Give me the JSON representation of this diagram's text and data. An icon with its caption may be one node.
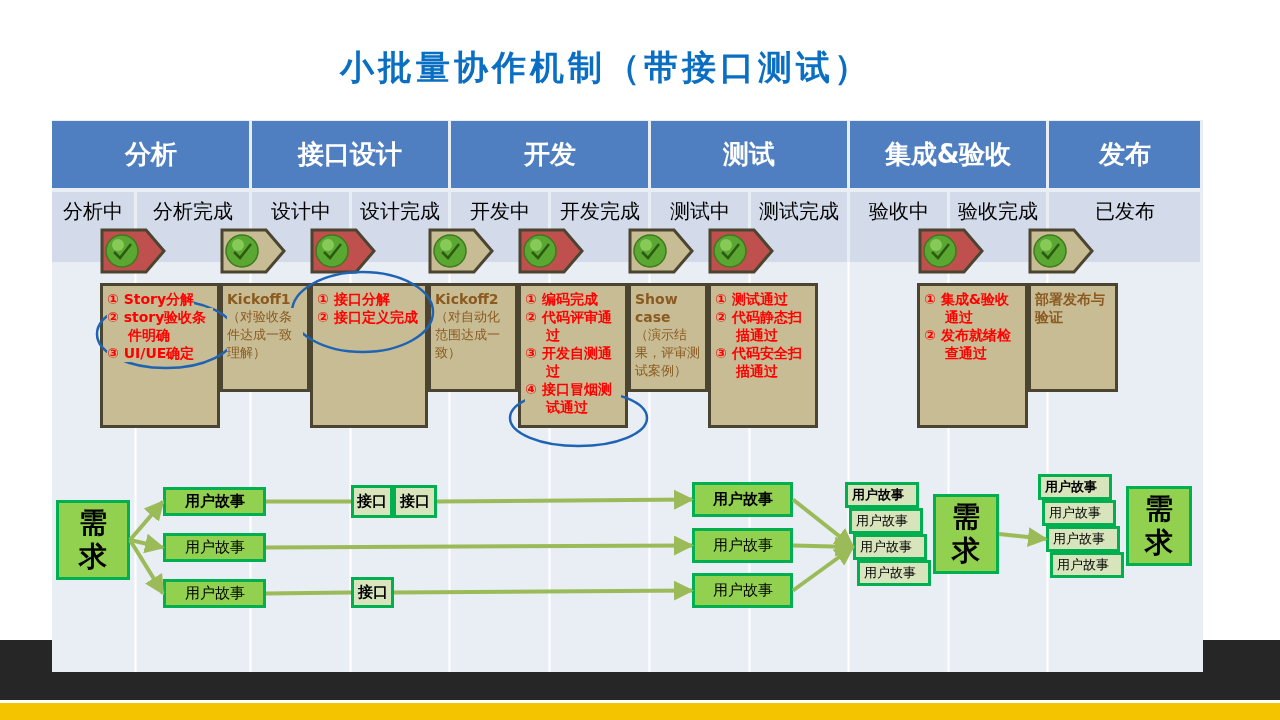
{
  "diagram": {
    "title": "小批量协作机制（带接口测试）",
    "nodes": [
      {
        "text": [
          "分析"
        ]
      },
      {
        "text": [
          "接口设计"
        ]
      },
      {
        "text": [
          "开发"
        ]
      },
      {
        "text": [
          "测试"
        ]
      },
      {
        "text": [
          "集成&验收"
        ]
      },
      {
        "text": [
          "发布"
        ]
      },
      {
        "text": [
          "分析中"
        ]
      },
      {
        "text": [
          "分析完成"
        ]
      },
      {
        "text": [
          "设计中"
        ]
      },
      {
        "text": [
          "设计完成"
        ]
      },
      {
        "text": [
          "开发中"
        ]
      },
      {
        "text": [
          "开发完成"
        ]
      },
      {
        "text": [
          "测试中"
        ]
      },
      {
        "text": [
          "测试完成"
        ]
      },
      {
        "text": [
          "验收中"
        ]
      },
      {
        "text": [
          "验收完成"
        ]
      },
      {
        "text": [
          "已发布"
        ]
      },
      {
        "text": [
          "① Story分解",
          "② story验收条件明确",
          "③ UI/UE确定"
        ]
      },
      {
        "text": [
          "Kickoff1",
          "（对验收条件达成一致理解）"
        ]
      },
      {
        "text": [
          "① 接口分解",
          "② 接口定义完成"
        ]
      },
      {
        "text": [
          "Kickoff2",
          "（对自动化范围达成一致）"
        ]
      },
      {
        "text": [
          "① 编码完成",
          "② 代码评审通过",
          "③ 开发自测通过",
          "④ 接口冒烟测试通过"
        ]
      },
      {
        "text": [
          "Show case",
          "（演示结果，评审测试案例）"
        ]
      },
      {
        "text": [
          "① 测试通过",
          "② 代码静态扫描通过",
          "③ 代码安全扫描通过"
        ]
      },
      {
        "text": [
          "① 集成&验收通过",
          "② 发布就绪检查通过"
        ]
      },
      {
        "text": [
          "部署发布与验证"
        ]
      },
      {
        "text": [
          "需求"
        ]
      },
      {
        "text": [
          "用户故事"
        ]
      },
      {
        "text": [
          "用户故事"
        ]
      },
      {
        "text": [
          "用户故事"
        ]
      },
      {
        "text": [
          "接口"
        ]
      },
      {
        "text": [
          "接口"
        ]
      },
      {
        "text": [
          "接口"
        ]
      },
      {
        "text": [
          "用户故事"
        ]
      },
      {
        "text": [
          "用户故事"
        ]
      },
      {
        "text": [
          "用户故事"
        ]
      },
      {
        "text": [
          "用户故事"
        ]
      },
      {
        "text": [
          "用户故事"
        ]
      },
      {
        "text": [
          "用户故事"
        ]
      },
      {
        "text": [
          "用户故事"
        ]
      },
      {
        "text": [
          "需求"
        ]
      },
      {
        "text": [
          "用户故事"
        ]
      },
      {
        "text": [
          "用户故事"
        ]
      },
      {
        "text": [
          "用户故事"
        ]
      },
      {
        "text": [
          "用户故事"
        ]
      },
      {
        "text": [
          "需求"
        ]
      }
    ],
    "edges": [
      {
        "from": 26,
        "to": 27,
        "arrow": "to"
      },
      {
        "from": 26,
        "to": 28,
        "arrow": "to"
      },
      {
        "from": 26,
        "to": 29,
        "arrow": "to"
      },
      {
        "from": 27,
        "to": 30,
        "arrow": "none"
      },
      {
        "from": 31,
        "to": 33,
        "arrow": "to"
      },
      {
        "from": 28,
        "to": 34,
        "arrow": "to"
      },
      {
        "from": 29,
        "to": 32,
        "arrow": "none"
      },
      {
        "from": 32,
        "to": 35,
        "arrow": "to"
      },
      {
        "from": 33,
        "to": 38,
        "arrow": "to"
      },
      {
        "from": 34,
        "to": 38,
        "arrow": "to"
      },
      {
        "from": 35,
        "to": 38,
        "arrow": "to"
      },
      {
        "from": 40,
        "to": 43,
        "arrow": "to"
      }
    ]
  }
}
